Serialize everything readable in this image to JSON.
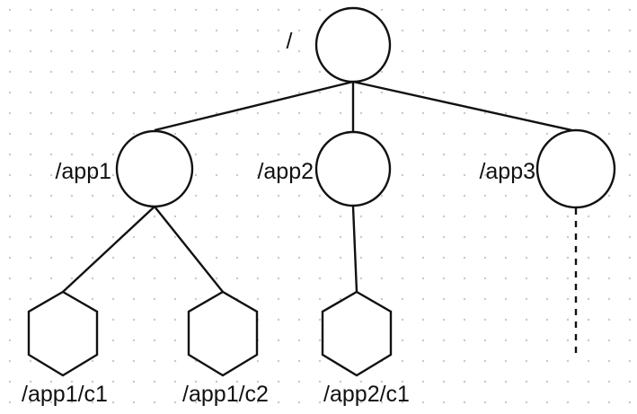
{
  "nodes": {
    "root": {
      "label": "/",
      "shape": "circle"
    },
    "app1": {
      "label": "/app1",
      "shape": "circle"
    },
    "app2": {
      "label": "/app2",
      "shape": "circle"
    },
    "app3": {
      "label": "/app3",
      "shape": "circle"
    },
    "app1_c1": {
      "label": "/app1/c1",
      "shape": "hexagon"
    },
    "app1_c2": {
      "label": "/app1/c2",
      "shape": "hexagon"
    },
    "app2_c1": {
      "label": "/app2/c1",
      "shape": "hexagon"
    }
  },
  "edges": [
    {
      "from": "root",
      "to": "app1",
      "style": "solid"
    },
    {
      "from": "root",
      "to": "app2",
      "style": "solid"
    },
    {
      "from": "root",
      "to": "app3",
      "style": "solid"
    },
    {
      "from": "app1",
      "to": "app1_c1",
      "style": "solid"
    },
    {
      "from": "app1",
      "to": "app1_c2",
      "style": "solid"
    },
    {
      "from": "app2",
      "to": "app2_c1",
      "style": "solid"
    },
    {
      "from": "app3",
      "to": "(more)",
      "style": "dashed"
    }
  ],
  "colors": {
    "background": "#ffffff",
    "stroke": "#111111",
    "grid_dot": "#c8c8c8"
  }
}
